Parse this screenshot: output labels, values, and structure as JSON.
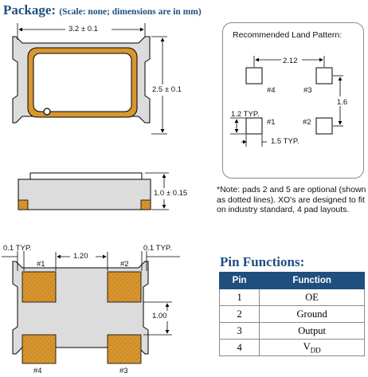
{
  "package_title": "Package:",
  "package_subtitle": "(Scale: none; dimensions are in mm)",
  "top_view": {
    "width_dim": "3.2 ± 0.1",
    "height_dim": "2.5 ± 0.1"
  },
  "side_view": {
    "thickness_dim": "1.0 ± 0.15"
  },
  "bottom_view": {
    "edge_left_label": "0.1  TYP.",
    "edge_right_label": "0.1  TYP.",
    "pitch_h": "1.20",
    "pitch_v": "1.00",
    "pads": [
      "#1",
      "#2",
      "#4",
      "#3"
    ]
  },
  "land_pattern": {
    "title": "Recommended Land Pattern:",
    "pitch_h": "2.12",
    "pitch_v": "1.6",
    "pad_size_v": "1.2  TYP.",
    "pad_size_h": "1.5  TYP.",
    "pads": [
      "#4",
      "#3",
      "#1",
      "#2"
    ]
  },
  "note": "*Note:  pads 2 and 5 are optional (shown as dotted lines). XO's are designed to fit on industry standard, 4 pad layouts.",
  "pin_functions": {
    "title": "Pin Functions:",
    "headers": [
      "Pin",
      "Function"
    ],
    "rows": [
      {
        "pin": "1",
        "function": "OE"
      },
      {
        "pin": "2",
        "function": "Ground"
      },
      {
        "pin": "3",
        "function": "Output"
      },
      {
        "pin": "4",
        "function_base": "V",
        "function_sub": "DD"
      }
    ]
  },
  "colors": {
    "title_blue": "#1f4f7f",
    "pad_orange": "#d8962e",
    "body_gray": "#dcdcdc",
    "line": "#000000"
  }
}
